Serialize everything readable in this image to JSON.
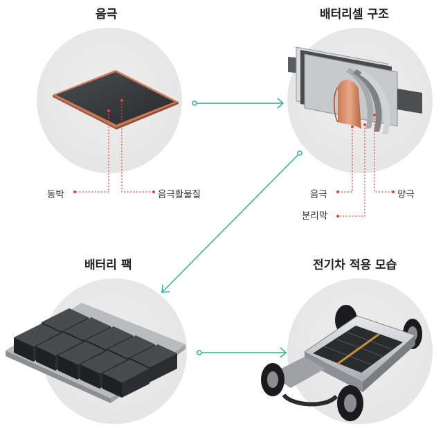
{
  "titles": {
    "anode": "음극",
    "cell_structure": "배터리셀 구조",
    "battery_pack": "배터리 팩",
    "ev_application": "전기차 적용 모습"
  },
  "labels": {
    "copper_foil": "동박",
    "anode_active_material": "음극활물질",
    "cell_anode": "음극",
    "cell_cathode": "양극",
    "separator": "분리막"
  },
  "colors": {
    "connector": "#2fae93",
    "leader": "#e0463c",
    "circle_bg": "#e6e6e6"
  }
}
